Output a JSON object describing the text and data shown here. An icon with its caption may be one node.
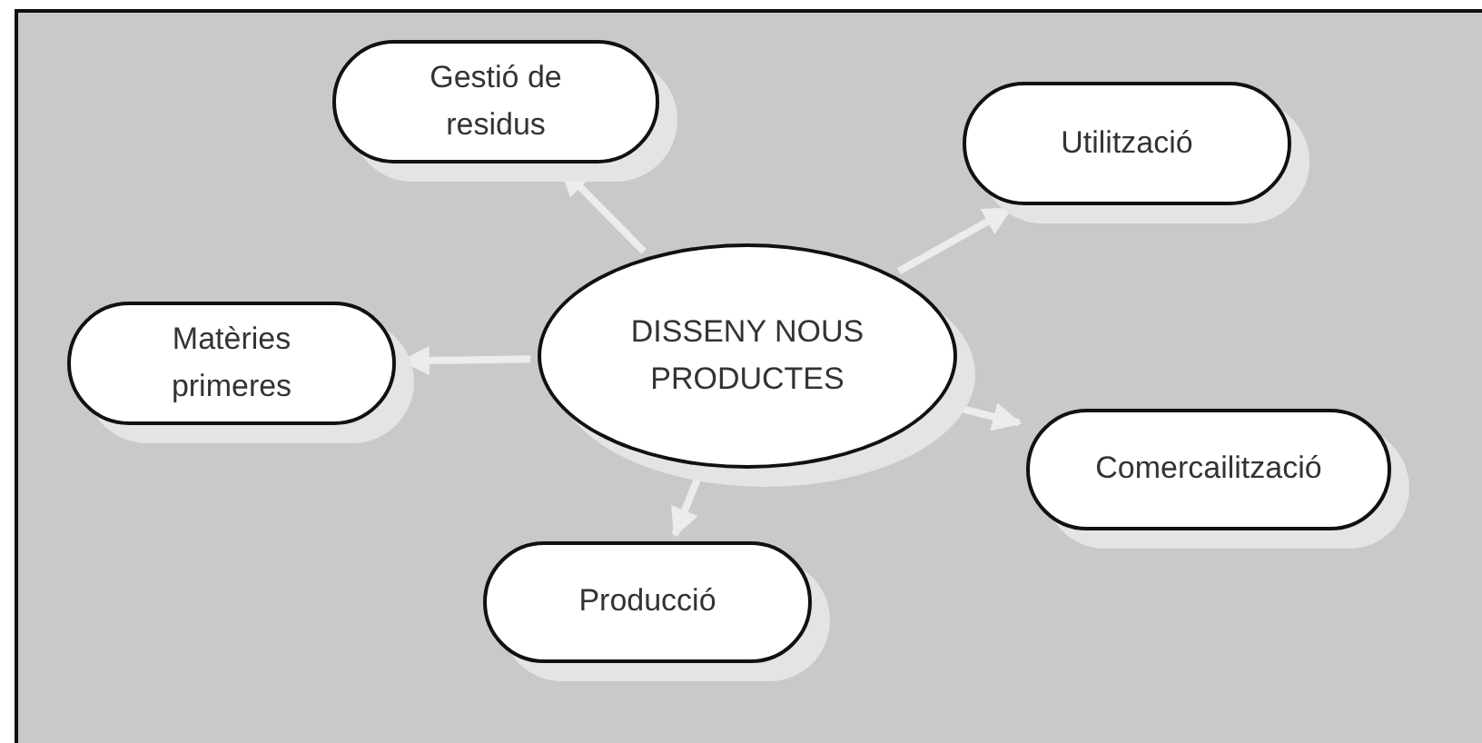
{
  "diagram": {
    "nodes": [
      {
        "text": [
          "Gestió de residus"
        ]
      },
      {
        "text": [
          "Utilització"
        ]
      },
      {
        "text": [
          "Matèries primeres"
        ]
      },
      {
        "text": [
          "DISSENY NOUS PRODUCTES"
        ]
      },
      {
        "text": [
          "Comercailització"
        ]
      },
      {
        "text": [
          "Producció"
        ]
      }
    ],
    "edges": [
      {
        "from": 3,
        "to": 0,
        "arrow": "to"
      },
      {
        "from": 3,
        "to": 1,
        "arrow": "to"
      },
      {
        "from": 3,
        "to": 2,
        "arrow": "to"
      },
      {
        "from": 3,
        "to": 4,
        "arrow": "to"
      },
      {
        "from": 3,
        "to": 5,
        "arrow": "to"
      }
    ]
  }
}
